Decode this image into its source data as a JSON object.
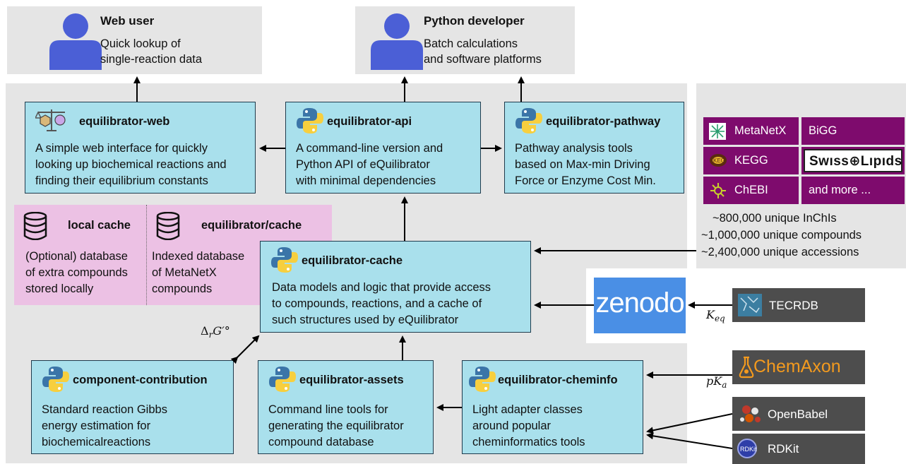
{
  "users": {
    "web": {
      "title": "Web user",
      "desc": "Quick lookup of\nsingle-reaction data"
    },
    "python": {
      "title": "Python developer",
      "desc": "Batch calculations\nand software platforms"
    }
  },
  "nodes": {
    "web": {
      "title": "equilibrator-web",
      "desc": "A simple web interface for quickly\nlooking up biochemical reactions and\nfinding their equilibrium constants"
    },
    "api": {
      "title": "equilibrator-api",
      "desc": "A command-line version and\nPython API of eQuilibrator\nwith minimal dependencies"
    },
    "pathway": {
      "title": "equilibrator-pathway",
      "desc": "Pathway analysis tools\nbased on Max-min Driving\nForce or Enzyme Cost Min."
    },
    "cache": {
      "title": "equilibrator-cache",
      "desc": "Data models and logic that provide access\nto compounds, reactions, and a cache of\nsuch structures used by eQuilibrator"
    },
    "cc": {
      "title": "component-contribution",
      "desc": "Standard reaction Gibbs\nenergy estimation for\nbiochemicalreactions"
    },
    "assets": {
      "title": "equilibrator-assets",
      "desc": "Command line tools for\ngenerating the equilibrator\ncompound database"
    },
    "cheminfo": {
      "title": "equilibrator-cheminfo",
      "desc": "Light adapter classes\naround popular\ncheminformatics tools"
    }
  },
  "caches": {
    "local": {
      "title": "local cache",
      "desc": "(Optional) database\nof extra compounds\nstored locally"
    },
    "remote": {
      "title": "equilibrator/cache",
      "desc": "Indexed database\nof MetaNetX\ncompounds"
    }
  },
  "databases": {
    "metanetx": "MetaNetX",
    "bigg": "BiGG",
    "kegg": "KEGG",
    "swisslipids": "Swıss⊕Lıpıds",
    "chebi": "ChEBI",
    "more": "and more ..."
  },
  "stats": [
    "~800,000 unique InChIs",
    "~1,000,000 unique compounds",
    "~2,400,000 unique accessions"
  ],
  "external": {
    "zenodo": "zenodo",
    "tecrdb": "TECRDB",
    "chemaxon": "ChemAxon",
    "openbabel": "OpenBabel",
    "rdkit": "RDKit"
  },
  "edge_labels": {
    "keq": "K",
    "keq_sub": "eq",
    "pka": "pK",
    "pka_sub": "a",
    "drg": "Δ",
    "drg_sub": "r",
    "drg_rest": "G′°"
  },
  "colors": {
    "node_fill": "#a9e0ec",
    "region_gray": "#e5e5e5",
    "cache_pink": "#ecc1e4",
    "db_purple": "#7e0b6d",
    "ext_dark": "#4d4d4d",
    "zenodo_blue": "#4a8fe5",
    "user_icon_blue": "#4b5fd6",
    "python_blue": "#3b75a8",
    "python_yellow": "#f7cf3e"
  },
  "icons": {
    "user": "person-icon",
    "python": "python-logo-icon",
    "database": "database-icon",
    "balance": "balance-scale-icon"
  }
}
